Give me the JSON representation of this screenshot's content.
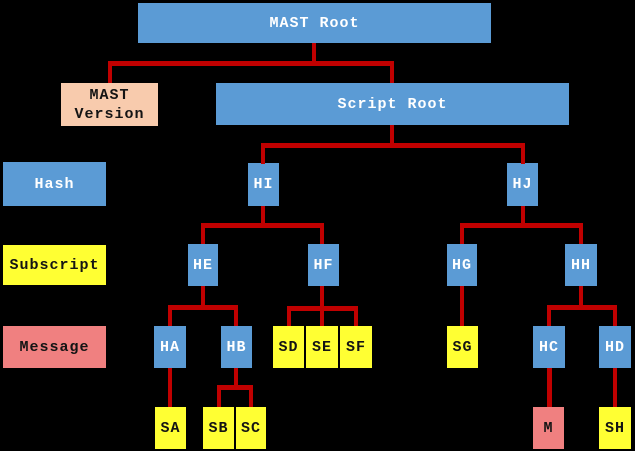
{
  "diagram": {
    "description": "MAST tree diagram with a root hash committing to a MAST version and a script root, whose merkle tree leaves are subscripts and a message"
  },
  "colors": {
    "background": "#000000",
    "hash": "#5b9bd5",
    "subscript": "#ffff33",
    "message": "#f08080",
    "version": "#f8cbad",
    "edge": "#c00000",
    "hash_text": "#ffffff",
    "dark_text": "#141414"
  },
  "legend": {
    "hash": "Hash",
    "subscript": "Subscript",
    "message": "Message"
  },
  "nodes": {
    "mast_root": {
      "label": "MAST Root",
      "type": "hash"
    },
    "mast_version": {
      "label": "MAST Version",
      "type": "version"
    },
    "script_root": {
      "label": "Script Root",
      "type": "hash"
    },
    "hi": {
      "label": "HI",
      "type": "hash"
    },
    "hj": {
      "label": "HJ",
      "type": "hash"
    },
    "he": {
      "label": "HE",
      "type": "hash"
    },
    "hf": {
      "label": "HF",
      "type": "hash"
    },
    "hg": {
      "label": "HG",
      "type": "hash"
    },
    "hh": {
      "label": "HH",
      "type": "hash"
    },
    "ha": {
      "label": "HA",
      "type": "hash"
    },
    "hb": {
      "label": "HB",
      "type": "hash"
    },
    "sd": {
      "label": "SD",
      "type": "subscript"
    },
    "se": {
      "label": "SE",
      "type": "subscript"
    },
    "sf": {
      "label": "SF",
      "type": "subscript"
    },
    "sg": {
      "label": "SG",
      "type": "subscript"
    },
    "hc": {
      "label": "HC",
      "type": "hash"
    },
    "hd": {
      "label": "HD",
      "type": "hash"
    },
    "sa": {
      "label": "SA",
      "type": "subscript"
    },
    "sb": {
      "label": "SB",
      "type": "subscript"
    },
    "sc": {
      "label": "SC",
      "type": "subscript"
    },
    "m": {
      "label": "M",
      "type": "message"
    },
    "sh": {
      "label": "SH",
      "type": "subscript"
    }
  },
  "tree": {
    "MAST Root": [
      "MAST Version",
      "Script Root"
    ],
    "Script Root": [
      "HI",
      "HJ"
    ],
    "HI": [
      "HE",
      "HF"
    ],
    "HJ": [
      "HG",
      "HH"
    ],
    "HE": [
      "HA",
      "HB"
    ],
    "HF": [
      "SD",
      "SE",
      "SF"
    ],
    "HG": [
      "SG"
    ],
    "HH": [
      "HC",
      "HD"
    ],
    "HA": [
      "SA"
    ],
    "HB": [
      "SB",
      "SC"
    ],
    "HC": [
      "M"
    ],
    "HD": [
      "SH"
    ]
  }
}
